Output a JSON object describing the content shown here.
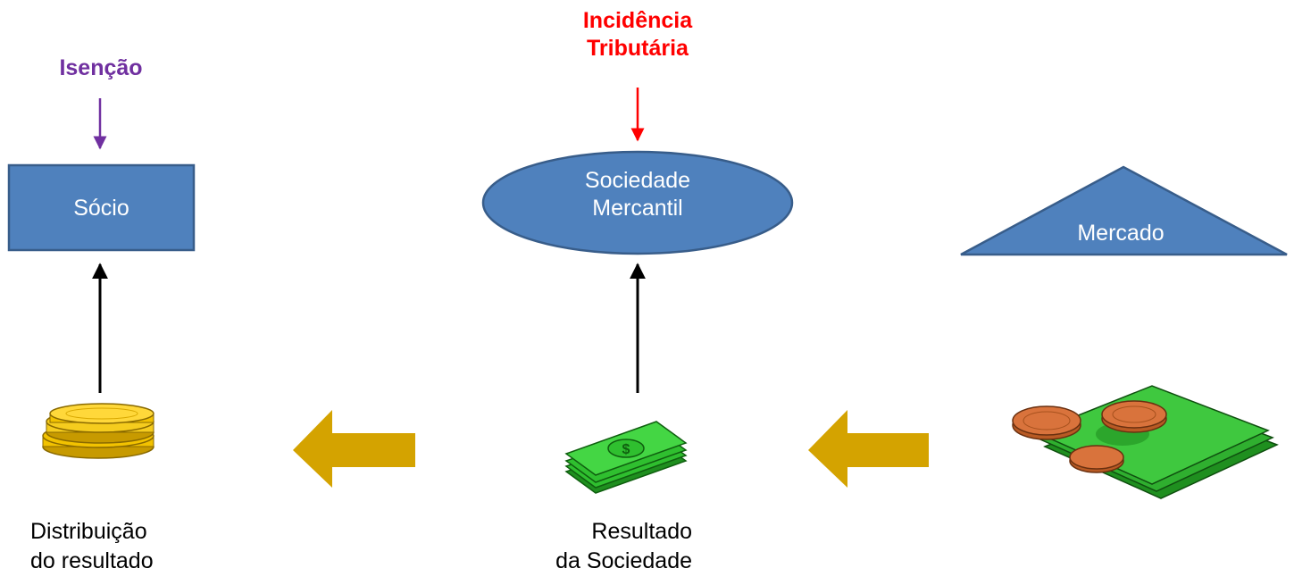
{
  "labels": {
    "isencao": "Isenção",
    "incidencia_line1": "Incidência",
    "incidencia_line2": "Tributária"
  },
  "nodes": {
    "socio": "Sócio",
    "sociedade_line1": "Sociedade",
    "sociedade_line2": "Mercantil",
    "mercado": "Mercado"
  },
  "captions": {
    "distribuicao_line1": "Distribuição",
    "distribuicao_line2": "do resultado",
    "resultado_line1": "Resultado",
    "resultado_line2": "da Sociedade"
  },
  "colors": {
    "isencao": "#7030a0",
    "incidencia": "#ff0000",
    "node_fill": "#4f81bd",
    "node_stroke": "#385d8a",
    "flow_arrow": "#d4a300",
    "coin_gold": "#f2c200",
    "cash_green": "#2fbf2f",
    "copper_coin": "#d9733c"
  },
  "icons": [
    "gold-coins-icon",
    "cash-bills-icon",
    "money-and-coins-icon"
  ]
}
